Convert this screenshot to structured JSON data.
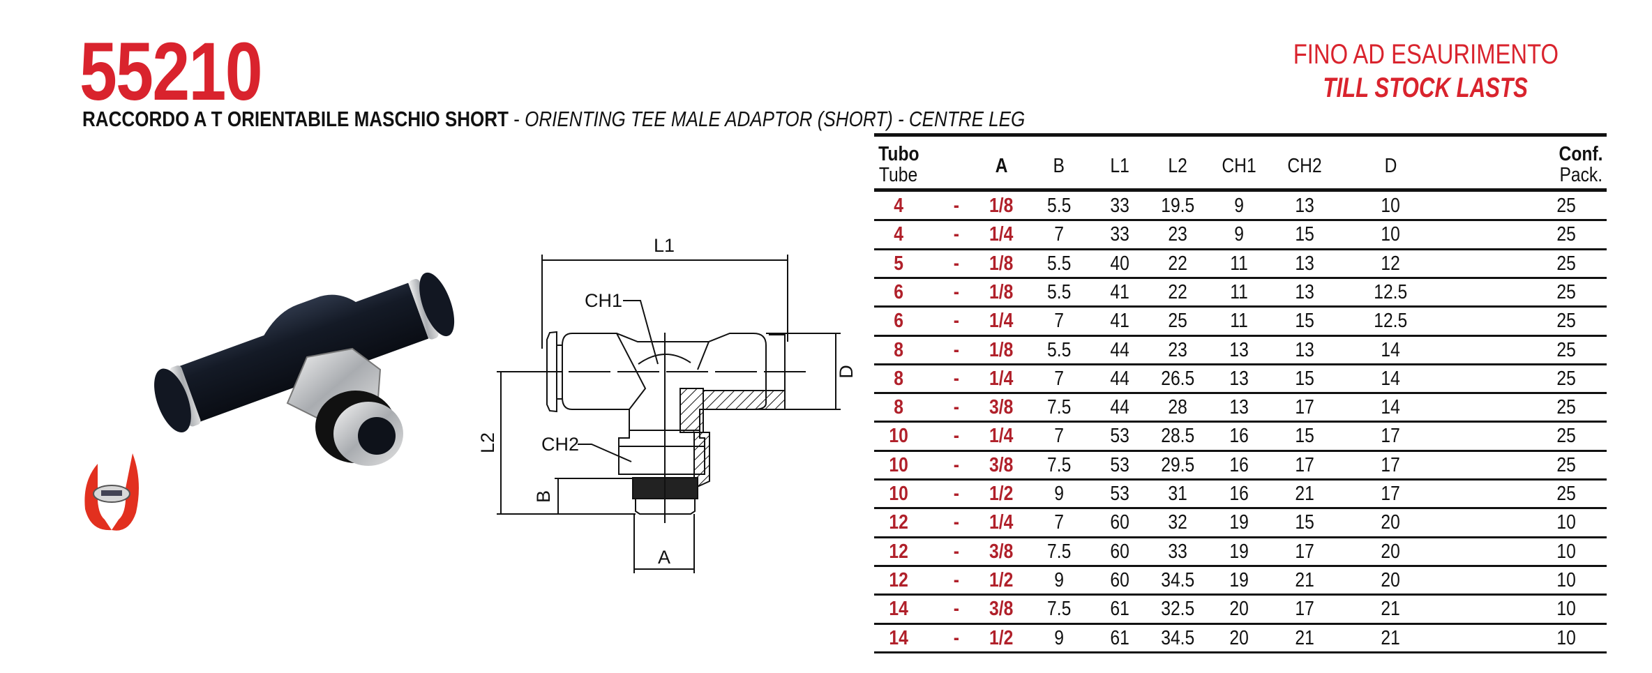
{
  "header": {
    "code": "55210",
    "title_it": "RACCORDO A T ORIENTABILE MASCHIO SHORT",
    "title_sep": " - ",
    "title_en": "ORIENTING TEE MALE ADAPTOR (SHORT) - CENTRE LEG",
    "stock_it": "FINO AD ESAURIMENTO",
    "stock_en": "TILL STOCK LASTS"
  },
  "drawing": {
    "labels": {
      "L1": "L1",
      "L2": "L2",
      "D": "D",
      "B": "B",
      "A": "A",
      "CH1": "CH1",
      "CH2": "CH2"
    }
  },
  "colors": {
    "brand_red": "#d9232d",
    "table_red": "#b0202a"
  },
  "table": {
    "headers": {
      "tube_it": "Tubo",
      "tube_en": "Tube",
      "A": "A",
      "B": "B",
      "L1": "L1",
      "L2": "L2",
      "CH1": "CH1",
      "CH2": "CH2",
      "D": "D",
      "pack_it": "Conf.",
      "pack_en": "Pack."
    },
    "rows": [
      {
        "tube": "4",
        "sep": "-",
        "A": "1/8",
        "B": "5.5",
        "L1": "33",
        "L2": "19.5",
        "CH1": "9",
        "CH2": "13",
        "D": "10",
        "pack": "25"
      },
      {
        "tube": "4",
        "sep": "-",
        "A": "1/4",
        "B": "7",
        "L1": "33",
        "L2": "23",
        "CH1": "9",
        "CH2": "15",
        "D": "10",
        "pack": "25"
      },
      {
        "tube": "5",
        "sep": "-",
        "A": "1/8",
        "B": "5.5",
        "L1": "40",
        "L2": "22",
        "CH1": "11",
        "CH2": "13",
        "D": "12",
        "pack": "25"
      },
      {
        "tube": "6",
        "sep": "-",
        "A": "1/8",
        "B": "5.5",
        "L1": "41",
        "L2": "22",
        "CH1": "11",
        "CH2": "13",
        "D": "12.5",
        "pack": "25"
      },
      {
        "tube": "6",
        "sep": "-",
        "A": "1/4",
        "B": "7",
        "L1": "41",
        "L2": "25",
        "CH1": "11",
        "CH2": "15",
        "D": "12.5",
        "pack": "25"
      },
      {
        "tube": "8",
        "sep": "-",
        "A": "1/8",
        "B": "5.5",
        "L1": "44",
        "L2": "23",
        "CH1": "13",
        "CH2": "13",
        "D": "14",
        "pack": "25"
      },
      {
        "tube": "8",
        "sep": "-",
        "A": "1/4",
        "B": "7",
        "L1": "44",
        "L2": "26.5",
        "CH1": "13",
        "CH2": "15",
        "D": "14",
        "pack": "25"
      },
      {
        "tube": "8",
        "sep": "-",
        "A": "3/8",
        "B": "7.5",
        "L1": "44",
        "L2": "28",
        "CH1": "13",
        "CH2": "17",
        "D": "14",
        "pack": "25"
      },
      {
        "tube": "10",
        "sep": "-",
        "A": "1/4",
        "B": "7",
        "L1": "53",
        "L2": "28.5",
        "CH1": "16",
        "CH2": "15",
        "D": "17",
        "pack": "25"
      },
      {
        "tube": "10",
        "sep": "-",
        "A": "3/8",
        "B": "7.5",
        "L1": "53",
        "L2": "29.5",
        "CH1": "16",
        "CH2": "17",
        "D": "17",
        "pack": "25"
      },
      {
        "tube": "10",
        "sep": "-",
        "A": "1/2",
        "B": "9",
        "L1": "53",
        "L2": "31",
        "CH1": "16",
        "CH2": "21",
        "D": "17",
        "pack": "25"
      },
      {
        "tube": "12",
        "sep": "-",
        "A": "1/4",
        "B": "7",
        "L1": "60",
        "L2": "32",
        "CH1": "19",
        "CH2": "15",
        "D": "20",
        "pack": "10"
      },
      {
        "tube": "12",
        "sep": "-",
        "A": "3/8",
        "B": "7.5",
        "L1": "60",
        "L2": "33",
        "CH1": "19",
        "CH2": "17",
        "D": "20",
        "pack": "10"
      },
      {
        "tube": "12",
        "sep": "-",
        "A": "1/2",
        "B": "9",
        "L1": "60",
        "L2": "34.5",
        "CH1": "19",
        "CH2": "21",
        "D": "20",
        "pack": "10"
      },
      {
        "tube": "14",
        "sep": "-",
        "A": "3/8",
        "B": "7.5",
        "L1": "61",
        "L2": "32.5",
        "CH1": "20",
        "CH2": "17",
        "D": "21",
        "pack": "10"
      },
      {
        "tube": "14",
        "sep": "-",
        "A": "1/2",
        "B": "9",
        "L1": "61",
        "L2": "34.5",
        "CH1": "20",
        "CH2": "21",
        "D": "21",
        "pack": "10"
      }
    ]
  }
}
